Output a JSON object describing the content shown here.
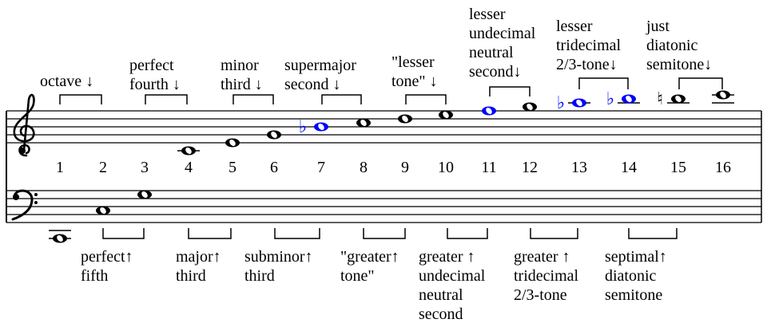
{
  "clefs": {
    "treble": "treble-clef-icon",
    "bass": "bass-clef-icon"
  },
  "harmonic_numbers": [
    "1",
    "2",
    "3",
    "4",
    "5",
    "6",
    "7",
    "8",
    "9",
    "10",
    "11",
    "12",
    "13",
    "14",
    "15",
    "16"
  ],
  "accidentals": {
    "flat": "♭",
    "natural": "♮"
  },
  "colors": {
    "highlight": "#0000ff",
    "ink": "#000000"
  },
  "upper_labels": [
    {
      "lines": [
        "octave ↓"
      ]
    },
    {
      "lines": [
        "perfect",
        "fourth ↓"
      ]
    },
    {
      "lines": [
        "minor",
        "third ↓"
      ]
    },
    {
      "lines": [
        "supermajor",
        "second ↓"
      ]
    },
    {
      "lines": [
        "\"lesser",
        "tone\" ↓"
      ]
    },
    {
      "lines": [
        "lesser",
        "undecimal",
        "neutral",
        "second↓"
      ]
    },
    {
      "lines": [
        "lesser",
        "tridecimal",
        "2/3-tone↓"
      ]
    },
    {
      "lines": [
        "just",
        "diatonic",
        "semitone↓"
      ]
    }
  ],
  "lower_labels": [
    {
      "lines": [
        "perfect↑",
        "fifth"
      ]
    },
    {
      "lines": [
        "major↑",
        "third"
      ]
    },
    {
      "lines": [
        "subminor↑",
        "third"
      ]
    },
    {
      "lines": [
        "\"greater↑",
        "tone\""
      ]
    },
    {
      "lines": [
        "greater ↑",
        "undecimal",
        "neutral",
        "second"
      ]
    },
    {
      "lines": [
        "greater ↑",
        "tridecimal",
        "2/3-tone"
      ]
    },
    {
      "lines": [
        "septimal↑",
        "diatonic",
        "semitone"
      ]
    }
  ]
}
